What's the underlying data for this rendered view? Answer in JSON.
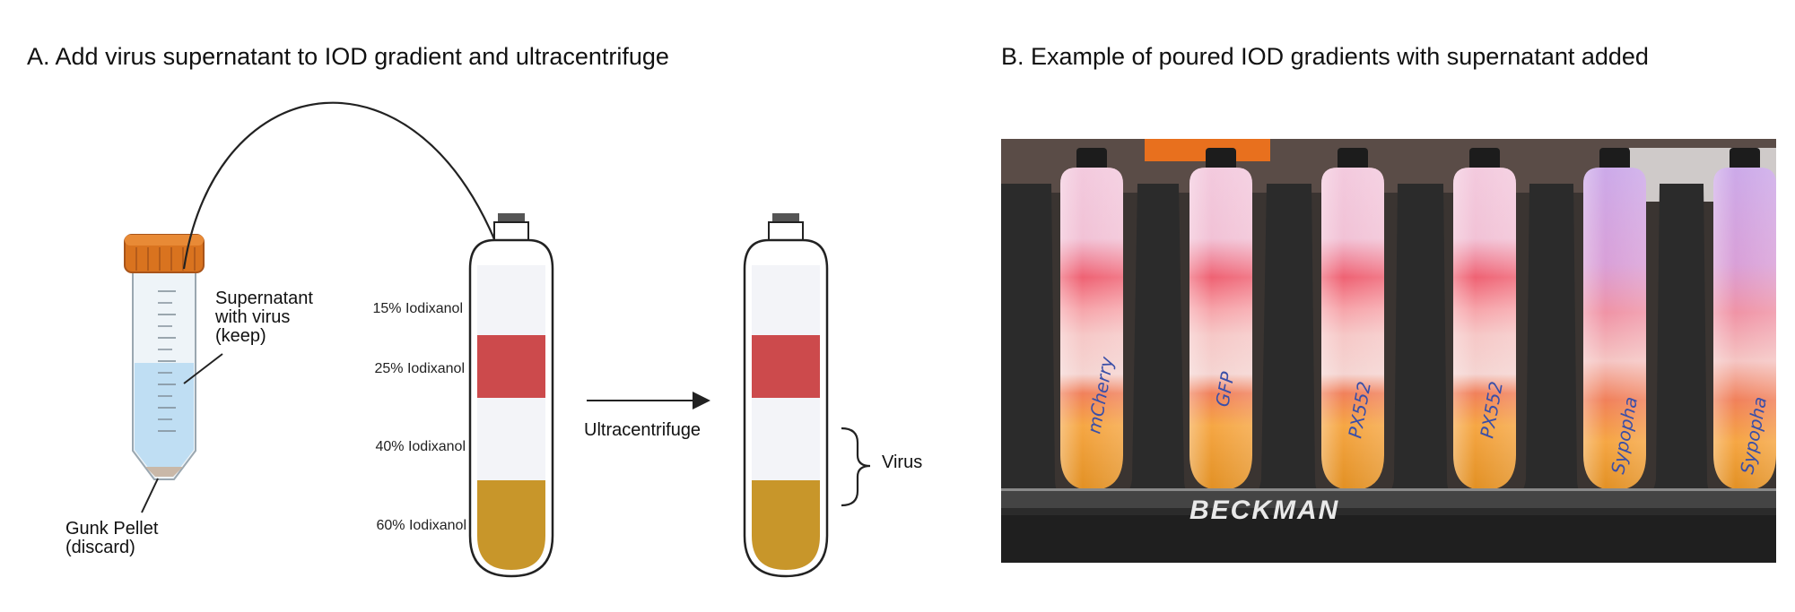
{
  "panel_a": {
    "title": "A. Add virus supernatant to IOD gradient and ultracentrifuge",
    "supernatant_label": [
      "Supernatant",
      "with virus",
      "(keep)"
    ],
    "pellet_label": [
      "Gunk Pellet",
      "(discard)"
    ],
    "gradient_layers": [
      {
        "label": "15% Iodixanol",
        "color": "#f3f4f8"
      },
      {
        "label": "25% Iodixanol",
        "color": "#cc4a4c"
      },
      {
        "label": "40% Iodixanol",
        "color": "#f3f4f8"
      },
      {
        "label": "60% Iodixanol",
        "color": "#c8962a"
      }
    ],
    "process_label": "Ultracentrifuge",
    "virus_label": "Virus",
    "colors": {
      "cap": "#d9731f",
      "liquid": "#b9dcf2",
      "red_layer": "#cc4a4c",
      "gold_layer": "#c8962a"
    }
  },
  "panel_b": {
    "title": "B. Example of poured IOD gradients with supernatant added",
    "photo_brand": "BECKMAN",
    "tubes": [
      {
        "handwritten": "mCherry"
      },
      {
        "handwritten": "GFP"
      },
      {
        "handwritten": "PX552"
      },
      {
        "handwritten": "PX552"
      },
      {
        "handwritten": "Sypopha"
      },
      {
        "handwritten": "Sypopha"
      }
    ]
  }
}
